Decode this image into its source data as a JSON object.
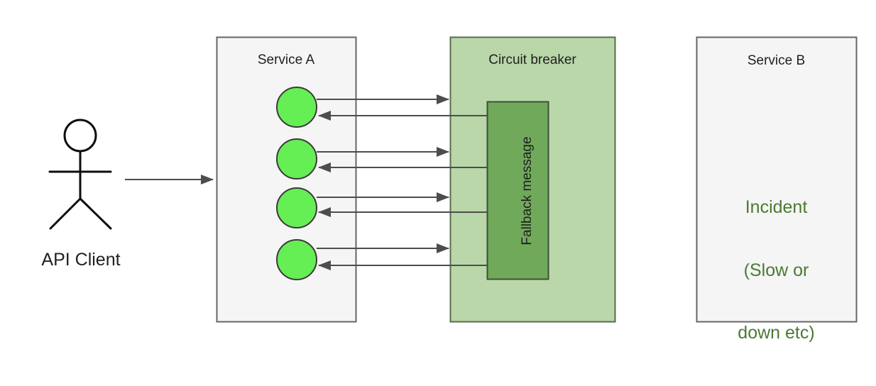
{
  "diagram": {
    "type": "circuit-breaker-architecture",
    "background": "#ffffff",
    "actor": {
      "label": "API Client",
      "icon": "stick-figure-icon"
    },
    "request_arrow": {
      "label": ""
    },
    "service_a": {
      "title": "Service A",
      "fill": "#f5f5f5",
      "stroke": "#666666",
      "node_count": 4,
      "node_fill": "#66ee55",
      "node_stroke": "#3a3a3a"
    },
    "circuit_breaker": {
      "title": "Circuit breaker",
      "fill": "#b9d7a8",
      "stroke": "#5a6b52"
    },
    "fallback": {
      "label": "Fallback message",
      "fill": "#71a95b",
      "stroke": "#3d4f38",
      "orientation": "vertical"
    },
    "service_b": {
      "title": "Service B",
      "fill": "#f5f5f5",
      "stroke": "#666666",
      "status": "Incident\n(Slow or\ndown etc)",
      "status_lines": [
        "Incident",
        "(Slow or",
        "down etc)"
      ],
      "status_color": "#4a7b32"
    },
    "connections": {
      "outgoing_count": 4,
      "returning_count": 4,
      "arrow_color": "#4d4d4d"
    }
  }
}
